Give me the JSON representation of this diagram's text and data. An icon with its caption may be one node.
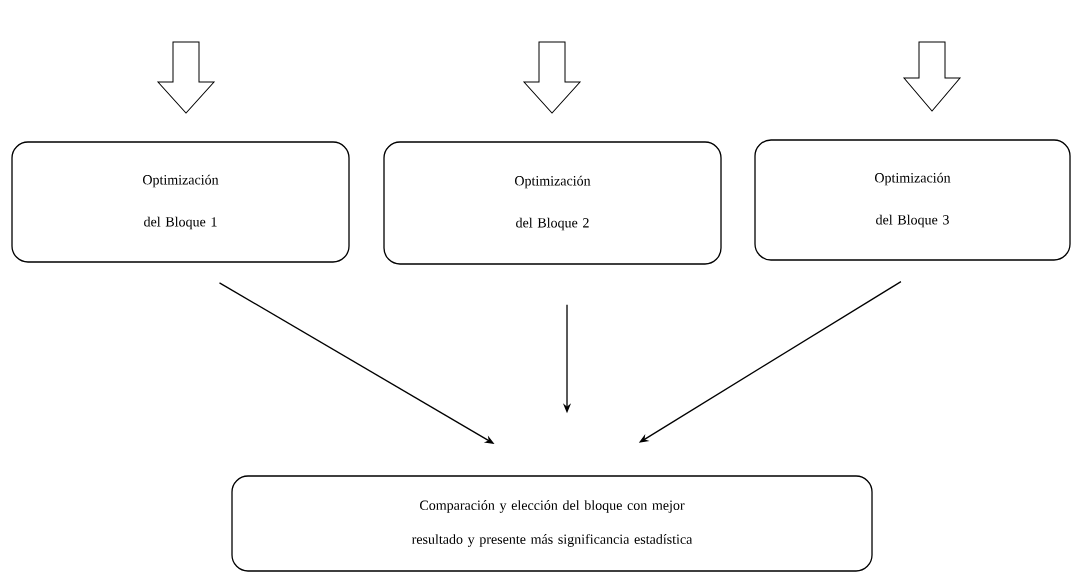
{
  "diagram": {
    "nodes": [
      {
        "text": [
          "Optimización del Bloque 1"
        ]
      },
      {
        "text": [
          "Optimización del Bloque 2"
        ]
      },
      {
        "text": [
          "Optimización del Bloque 3"
        ]
      },
      {
        "text": [
          "Comparación y elección del bloque con mejor resultado y presente más significancia estadística"
        ]
      }
    ],
    "edges": [
      {
        "from": null,
        "to": 0,
        "arrow": "to"
      },
      {
        "from": null,
        "to": 1,
        "arrow": "to"
      },
      {
        "from": null,
        "to": 2,
        "arrow": "to"
      },
      {
        "from": 0,
        "to": 3,
        "arrow": "to"
      },
      {
        "from": 1,
        "to": 3,
        "arrow": "to"
      },
      {
        "from": 2,
        "to": 3,
        "arrow": "to"
      }
    ]
  }
}
